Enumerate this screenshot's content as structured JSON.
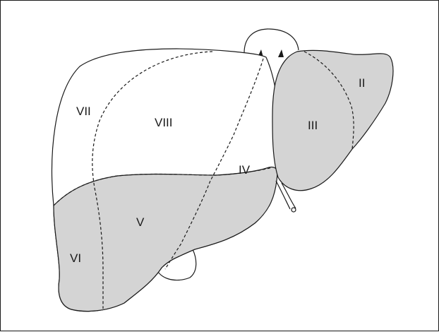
{
  "diagram": {
    "segments": [
      {
        "id": "II",
        "label": "II",
        "shaded": true
      },
      {
        "id": "III",
        "label": "III",
        "shaded": true
      },
      {
        "id": "IV",
        "label": "IV",
        "shaded": false
      },
      {
        "id": "V",
        "label": "V",
        "shaded": true
      },
      {
        "id": "VI",
        "label": "VI",
        "shaded": true
      },
      {
        "id": "VII",
        "label": "VII",
        "shaded": false
      },
      {
        "id": "VIII",
        "label": "VIII",
        "shaded": false
      }
    ],
    "colors": {
      "shaded_fill": "#d4d4d4",
      "outline": "#1a1a1a",
      "background": "#ffffff"
    }
  }
}
